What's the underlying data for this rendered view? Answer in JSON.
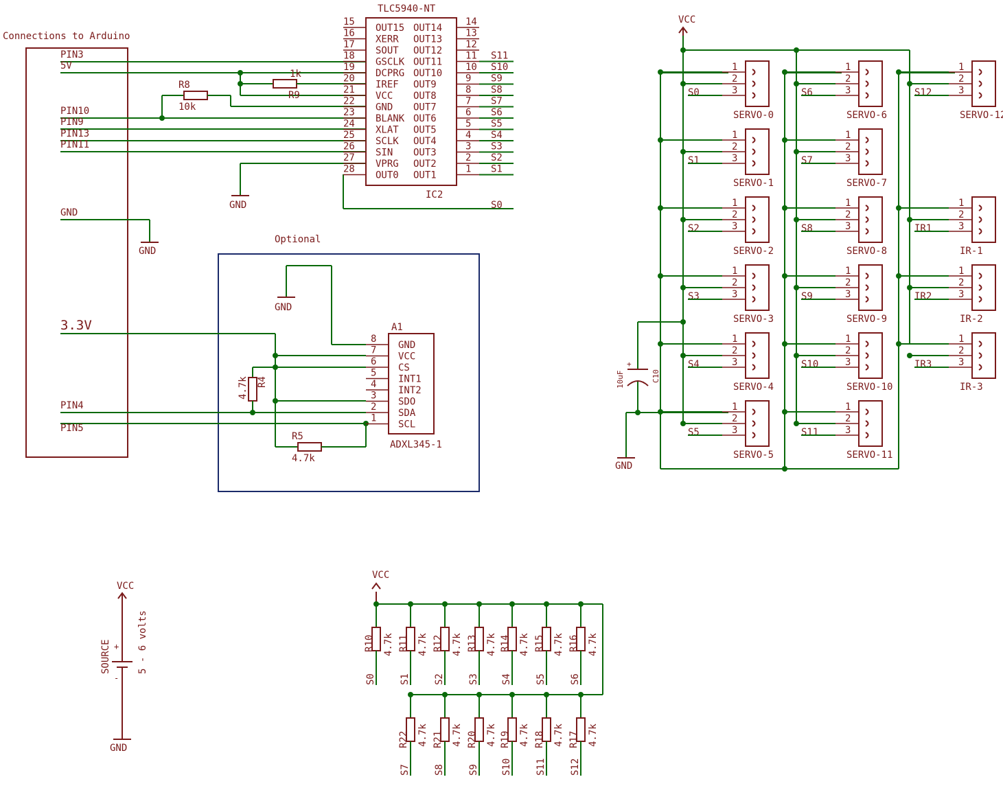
{
  "colors": {
    "net": "#0a6a0a",
    "part": "#7a1a1a",
    "frame": "#1a2a6a",
    "background": "#ffffff"
  },
  "arduino": {
    "title": "Connections to Arduino",
    "pins": [
      "PIN3",
      "5V",
      "PIN10",
      "PIN9",
      "PIN13",
      "PIN11",
      "GND",
      "3.3V",
      "PIN4",
      "PIN5"
    ]
  },
  "ic": {
    "name": "TLC5940-NT",
    "ref": "IC2",
    "left": [
      [
        "15",
        "OUT15"
      ],
      [
        "16",
        "XERR"
      ],
      [
        "17",
        "SOUT"
      ],
      [
        "18",
        "GSCLK"
      ],
      [
        "19",
        "DCPRG"
      ],
      [
        "20",
        "IREF"
      ],
      [
        "21",
        "VCC"
      ],
      [
        "22",
        "GND"
      ],
      [
        "23",
        "BLANK"
      ],
      [
        "24",
        "XLAT"
      ],
      [
        "25",
        "SCLK"
      ],
      [
        "26",
        "SIN"
      ],
      [
        "27",
        "VPRG"
      ],
      [
        "28",
        "OUT0"
      ]
    ],
    "right": [
      [
        "14",
        "OUT14",
        ""
      ],
      [
        "13",
        "OUT13",
        ""
      ],
      [
        "12",
        "OUT12",
        ""
      ],
      [
        "11",
        "OUT11",
        "S11"
      ],
      [
        "10",
        "OUT10",
        "S10"
      ],
      [
        "9",
        "OUT9",
        "S9"
      ],
      [
        "8",
        "OUT8",
        "S8"
      ],
      [
        "7",
        "OUT7",
        "S7"
      ],
      [
        "6",
        "OUT6",
        "S6"
      ],
      [
        "5",
        "OUT5",
        "S5"
      ],
      [
        "4",
        "OUT4",
        "S4"
      ],
      [
        "3",
        "OUT3",
        "S3"
      ],
      [
        "2",
        "OUT2",
        "S2"
      ],
      [
        "1",
        "OUT1",
        "S1"
      ]
    ],
    "s0_label": "S0"
  },
  "resistors_top": {
    "r8_name": "R8",
    "r8_value": "10k",
    "r9_name": "R9",
    "r9_value": "1k"
  },
  "gnd_label": "GND",
  "vcc_label": "VCC",
  "optional": {
    "title": "Optional",
    "part_ref": "A1",
    "part_name": "ADXL345-1",
    "pins": [
      [
        "8",
        "GND"
      ],
      [
        "7",
        "VCC"
      ],
      [
        "6",
        "CS"
      ],
      [
        "5",
        "INT1"
      ],
      [
        "4",
        "INT2"
      ],
      [
        "3",
        "SDO"
      ],
      [
        "2",
        "SDA"
      ],
      [
        "1",
        "SCL"
      ]
    ],
    "r4_name": "R4",
    "r4_value": "4.7k",
    "r5_name": "R5",
    "r5_value": "4.7k"
  },
  "servos": {
    "col1": [
      [
        "SERVO-0",
        "S0"
      ],
      [
        "SERVO-1",
        "S1"
      ],
      [
        "SERVO-2",
        "S2"
      ],
      [
        "SERVO-3",
        "S3"
      ],
      [
        "SERVO-4",
        "S4"
      ],
      [
        "SERVO-5",
        "S5"
      ]
    ],
    "col2": [
      [
        "SERVO-6",
        "S6"
      ],
      [
        "SERVO-7",
        "S7"
      ],
      [
        "SERVO-8",
        "S8"
      ],
      [
        "SERVO-9",
        "S9"
      ],
      [
        "SERVO-10",
        "S10"
      ],
      [
        "SERVO-11",
        "S11"
      ]
    ],
    "col3": [
      [
        "SERVO-12",
        "S12"
      ],
      [
        "IR-1",
        "IR1"
      ],
      [
        "IR-2",
        "IR2"
      ],
      [
        "IR-3",
        "IR3"
      ]
    ],
    "pin_numbers": [
      "1",
      "2",
      "3"
    ]
  },
  "capacitor": {
    "name": "C10",
    "value": "10uF",
    "plus": "+"
  },
  "source": {
    "label": "SOURCE",
    "value": "5 - 6 volts",
    "plus": "+",
    "minus": "-"
  },
  "pullups": {
    "top": [
      [
        "R10",
        "S0"
      ],
      [
        "R11",
        "S1"
      ],
      [
        "R12",
        "S2"
      ],
      [
        "R13",
        "S3"
      ],
      [
        "R14",
        "S4"
      ],
      [
        "R15",
        "S5"
      ],
      [
        "R16",
        "S6"
      ]
    ],
    "bottom": [
      [
        "R22",
        "S7"
      ],
      [
        "R21",
        "S8"
      ],
      [
        "R20",
        "S9"
      ],
      [
        "R19",
        "S10"
      ],
      [
        "R18",
        "S11"
      ],
      [
        "R17",
        "S12"
      ]
    ],
    "value": "4.7k"
  }
}
